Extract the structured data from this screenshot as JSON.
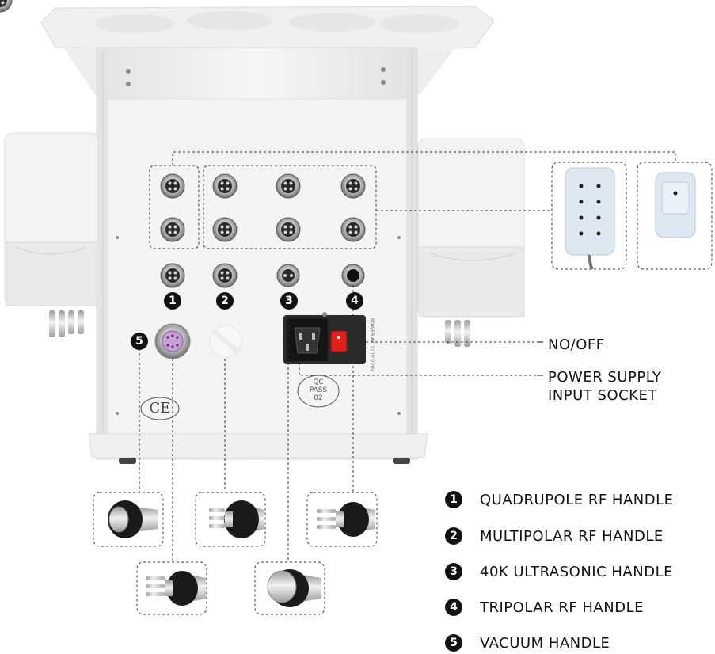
{
  "labels": {
    "switch": "NO/OFF",
    "power_line1": "POWER SUPPLY",
    "power_line2": "INPUT SOCKET",
    "qc_line1": "QC",
    "qc_line2": "PASS",
    "qc_line3": "02",
    "ce_mark": "CE"
  },
  "port_badges": [
    "1",
    "2",
    "3",
    "4",
    "5"
  ],
  "legend": [
    {
      "number": "1",
      "text": "QUADRUPOLE RF HANDLE"
    },
    {
      "number": "2",
      "text": "MULTIPOLAR RF HANDLE"
    },
    {
      "number": "3",
      "text": "40K ULTRASONIC HANDLE"
    },
    {
      "number": "4",
      "text": "TRIPOLAR RF HANDLE"
    },
    {
      "number": "5",
      "text": "VACUUM HANDLE"
    }
  ],
  "colors": {
    "machine_body": "#f3f3f3",
    "panel": "#ececec",
    "connector": "#c8c8c8",
    "switch_red": "#e0201c",
    "socket_black": "#1a1a1a",
    "vacuum_port": "#c8a0d8",
    "handle_blue": "#dde8f2",
    "dashed_line": "#333333"
  }
}
